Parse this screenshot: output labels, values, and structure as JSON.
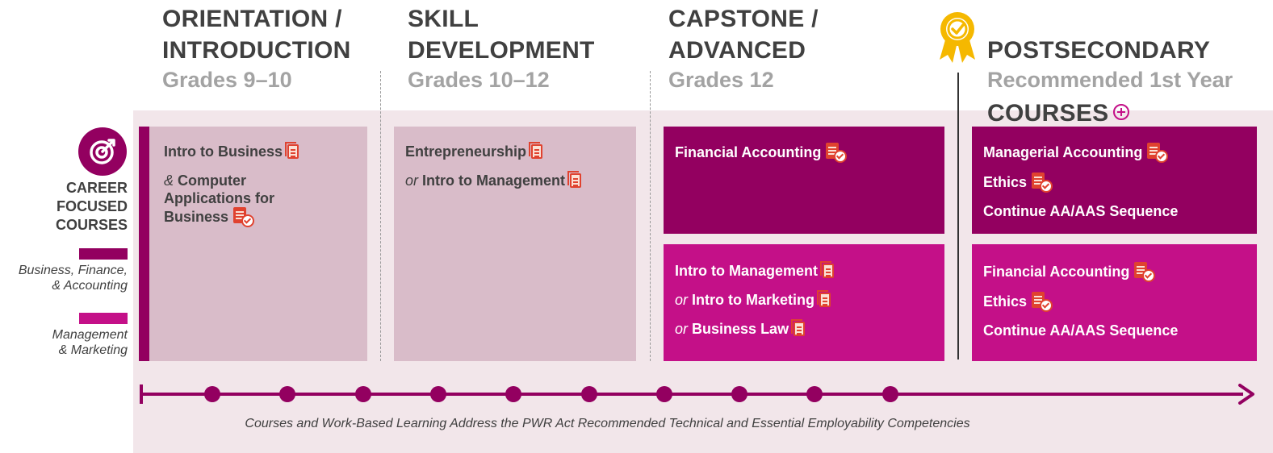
{
  "columns": [
    {
      "title": "ORIENTATION /\nINTRODUCTION",
      "grade": "Grades 9–10"
    },
    {
      "title": "SKILL\nDEVELOPMENT",
      "grade": "Grades 10–12"
    },
    {
      "title": "CAPSTONE /\nADVANCED",
      "grade": "Grades 12"
    },
    {
      "title_line1": "POSTSECONDARY",
      "title_line2": "COURSES",
      "grade": "Recommended 1st Year"
    }
  ],
  "legend": {
    "title": "CAREER\nFOCUSED\nCOURSES",
    "pathways": [
      {
        "label": "Business, Finance,\n& Accounting",
        "color": "#930060"
      },
      {
        "label": "Management\n& Marketing",
        "color": "#c41088"
      }
    ]
  },
  "orientation": {
    "course1": "Intro to Business",
    "conj": "&",
    "course2": "Computer Applications for Business"
  },
  "skill": {
    "course1": "Entrepreneurship",
    "conj": "or",
    "course2": "Intro to Management"
  },
  "capstone_finance": {
    "course1": "Financial Accounting"
  },
  "capstone_management": {
    "course1": "Intro to Management",
    "conj1": "or",
    "course2": "Intro to Marketing",
    "conj2": "or",
    "course3": "Business Law"
  },
  "post_finance": {
    "course1": "Managerial Accounting",
    "course2": "Ethics",
    "course3": "Continue AA/AAS Sequence"
  },
  "post_management": {
    "course1": "Financial Accounting",
    "course2": "Ethics",
    "course3": "Continue AA/AAS Sequence"
  },
  "timeline": {
    "note": "Courses and Work-Based Learning Address the PWR Act Recommended Technical and Essential Employability Competencies",
    "milestones": 10
  },
  "colors": {
    "dark": "#930060",
    "pink": "#c41088",
    "light": "#d9bcc9",
    "panel": "#f2e6ea",
    "icon": "#e0422f",
    "badge": "#f5b800"
  },
  "icons": [
    "target-icon",
    "award-ribbon-icon",
    "document-icon",
    "document-check-icon",
    "plus-circle-icon"
  ]
}
